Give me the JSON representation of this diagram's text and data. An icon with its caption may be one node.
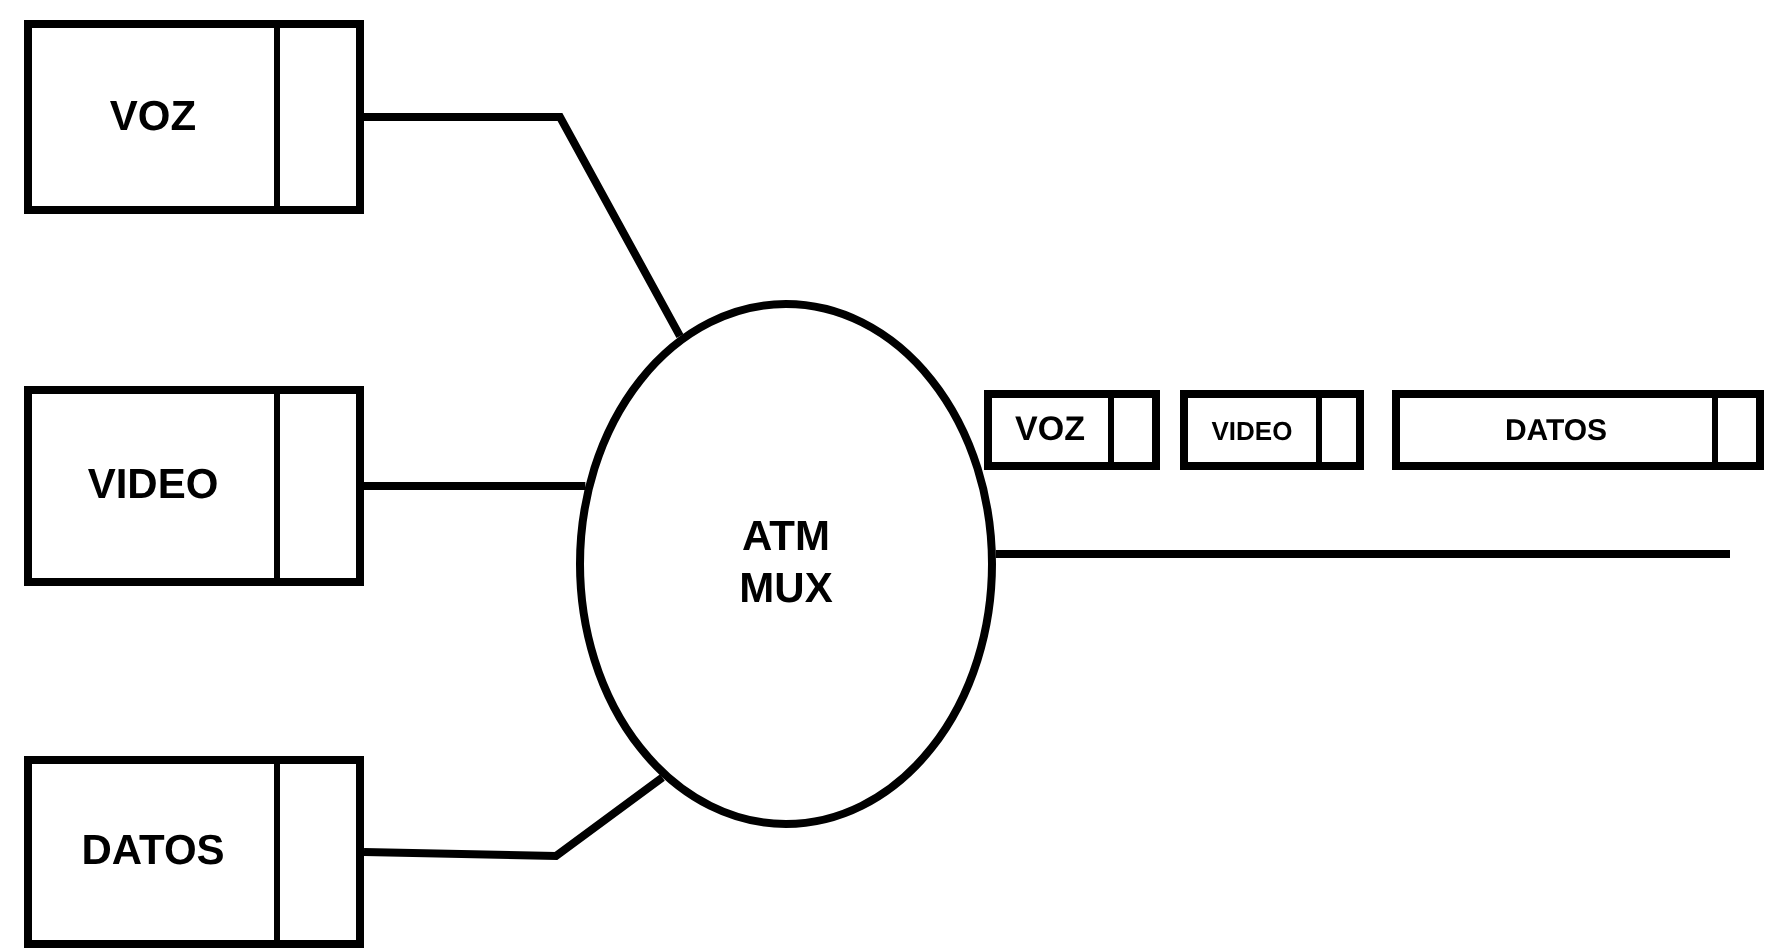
{
  "diagram": {
    "nodes": [
      {
        "text": [
          "VOZ"
        ]
      },
      {
        "text": [
          "VIDEO"
        ]
      },
      {
        "text": [
          "DATOS"
        ]
      },
      {
        "text": [
          "ATM MUX"
        ]
      },
      {
        "text": [
          "VOZ"
        ]
      },
      {
        "text": [
          "VIDEO"
        ]
      },
      {
        "text": [
          "DATOS"
        ]
      }
    ],
    "edges": [
      {
        "from": 0,
        "to": 3,
        "arrow": "none"
      },
      {
        "from": 1,
        "to": 3,
        "arrow": "none"
      },
      {
        "from": 2,
        "to": 3,
        "arrow": "none"
      },
      {
        "from": 3,
        "to": null,
        "arrow": "none"
      }
    ]
  }
}
